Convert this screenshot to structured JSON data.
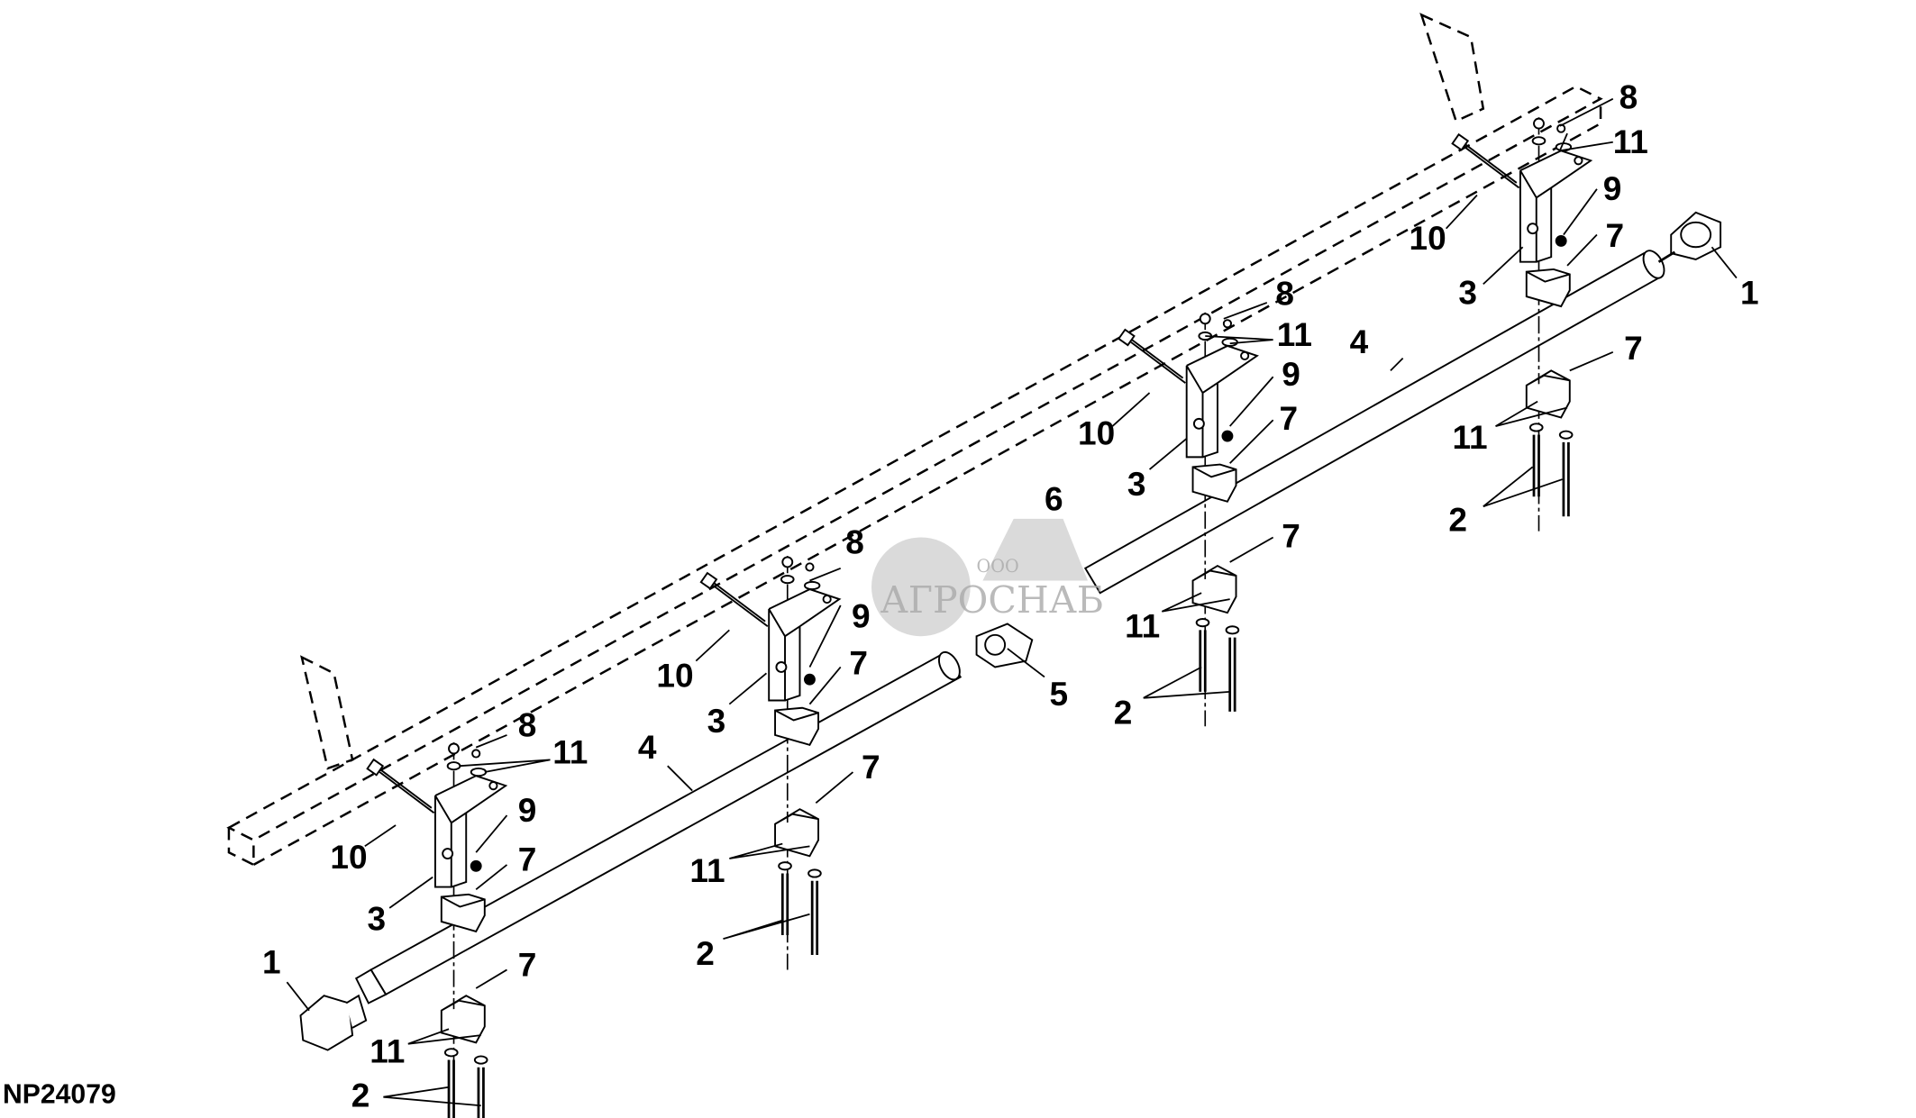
{
  "diagram_code": "NP24079",
  "watermark": {
    "prefix": "ООО",
    "brand": "АГРОСНАБ"
  },
  "callouts": {
    "g1": {
      "c8": "8",
      "c11": "11",
      "c9": "9",
      "c10": "10",
      "c7": "7",
      "c3": "3",
      "c1": "1",
      "c4": "4",
      "c7b": "7",
      "c11b": "11",
      "c2": "2"
    },
    "g2": {
      "c8": "8",
      "c11": "11",
      "c9": "9",
      "c10": "10",
      "c7": "7",
      "c3": "3",
      "c6": "6",
      "c7b": "7",
      "c11b": "11",
      "c2": "2",
      "c5": "5"
    },
    "g3": {
      "c8": "8",
      "c9": "9",
      "c10": "10",
      "c7": "7",
      "c3": "3",
      "c4": "4",
      "c7b": "7",
      "c11b": "11",
      "c2": "2"
    },
    "g4": {
      "c8": "8",
      "c11": "11",
      "c9": "9",
      "c10": "10",
      "c7": "7",
      "c3": "3",
      "c1": "1",
      "c7b": "7",
      "c11b": "11",
      "c2": "2"
    }
  }
}
